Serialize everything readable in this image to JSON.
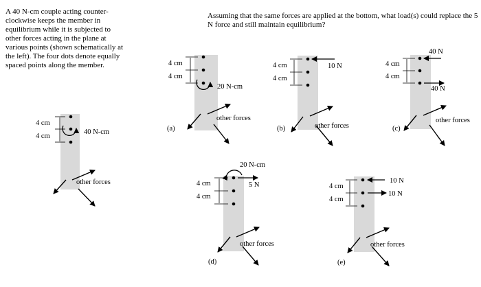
{
  "intro_text": "A 40 N-cm couple acting counter-clockwise keeps the member in equilibrium while it is subjected to other forces acting in the plane at various points (shown schematically at the left). The four dots denote equally spaced points along the member.",
  "question_text": "Assuming that the same forces are applied at the bottom, what load(s) could replace the 5 N force and still maintain equilibrium?",
  "dim_label": "4 cm",
  "other_forces_label": "other forces",
  "main_couple_label": "40 N-cm",
  "options": [
    {
      "letter": "(a)",
      "loads": [
        "20 N-cm"
      ]
    },
    {
      "letter": "(b)",
      "loads": [
        "10 N"
      ]
    },
    {
      "letter": "(c)",
      "loads": [
        "40 N",
        "40 N"
      ]
    },
    {
      "letter": "(d)",
      "loads": [
        "20 N-cm",
        "5 N"
      ]
    },
    {
      "letter": "(e)",
      "loads": [
        "10 N",
        "10 N"
      ]
    }
  ]
}
